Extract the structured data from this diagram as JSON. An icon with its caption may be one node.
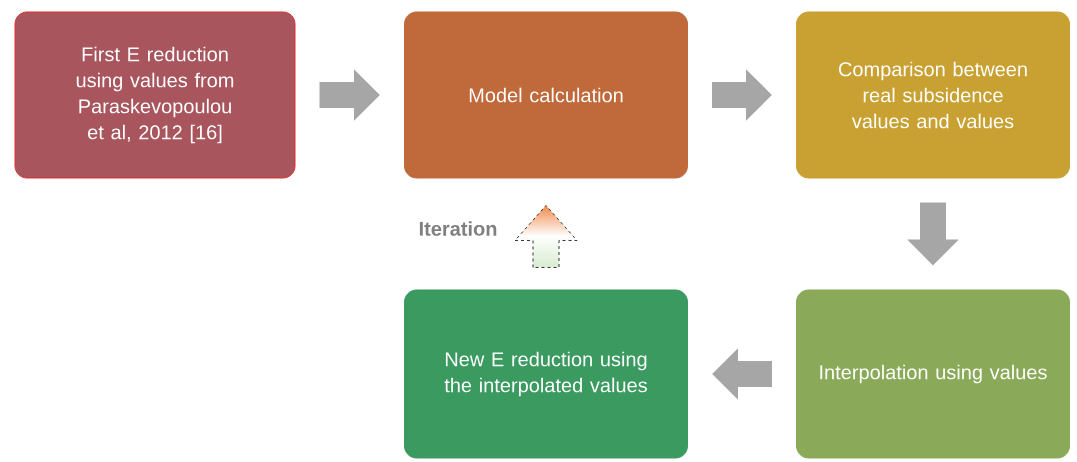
{
  "diagram": {
    "nodes": [
      {
        "text": [
          "First E reduction using values from Paraskevopoulou et al, 2012 [16]"
        ]
      },
      {
        "text": [
          "Model calculation"
        ]
      },
      {
        "text": [
          "Comparison between real subsidence values and values"
        ]
      },
      {
        "text": [
          "Interpolation using values"
        ]
      },
      {
        "text": [
          "New E reduction using the interpolated values"
        ]
      }
    ],
    "edges": [
      {
        "from": 0,
        "to": 1,
        "arrow": "to"
      },
      {
        "from": 1,
        "to": 2,
        "arrow": "to"
      },
      {
        "from": 2,
        "to": 3,
        "arrow": "to"
      },
      {
        "from": 3,
        "to": 4,
        "arrow": "to"
      },
      {
        "from": 4,
        "to": 1,
        "arrow": "to",
        "style": "dashed",
        "label": "Iteration"
      }
    ]
  }
}
